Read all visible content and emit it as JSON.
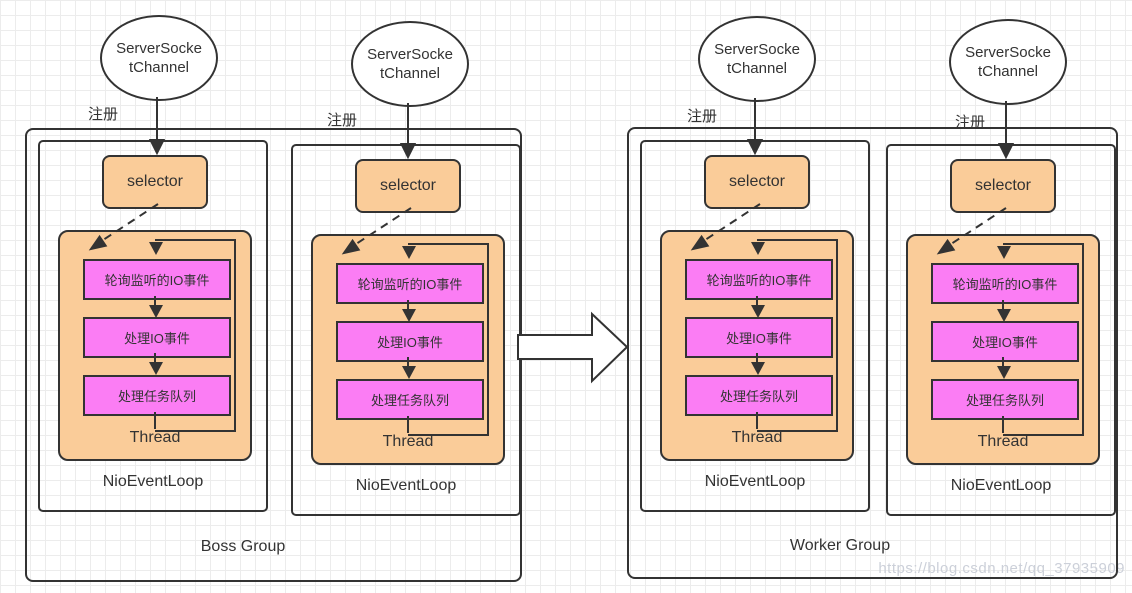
{
  "palette": {
    "line": "#333333",
    "orange_fill": "#FACC99",
    "pink_fill": "#FB7DF4",
    "grid": "#ECECEC",
    "watermark": "#CCD0D9"
  },
  "watermark": "https://blog.csdn.net/qq_37935909",
  "channel": {
    "line1": "ServerSocke",
    "line2": "tChannel"
  },
  "register_label": "注册",
  "unit": {
    "selector": "selector",
    "thread": "Thread",
    "event_loop": "NioEventLoop",
    "steps": [
      "轮询监听的IO事件",
      "处理IO事件",
      "处理任务队列"
    ]
  },
  "groups": {
    "boss": "Boss Group",
    "worker": "Worker Group"
  }
}
